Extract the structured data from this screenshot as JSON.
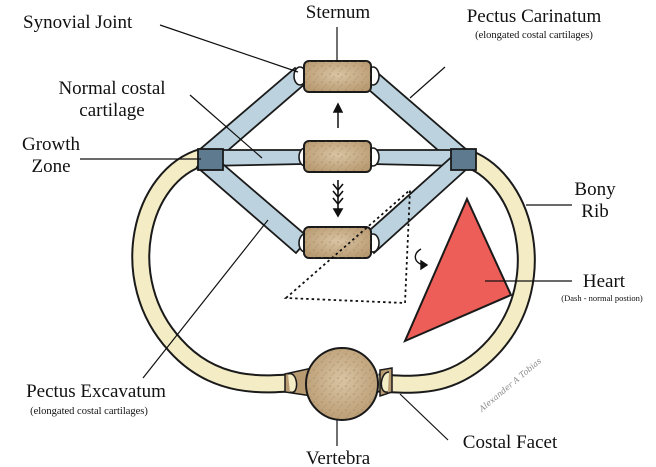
{
  "labels": {
    "synovial_joint": "Synovial Joint",
    "sternum": "Sternum",
    "pectus_carinatum": "Pectus Carinatum",
    "pectus_carinatum_note": "(elongated costal cartilages)",
    "normal_costal_line1": "Normal costal",
    "normal_costal_line2": "cartilage",
    "growth_line1": "Growth",
    "growth_line2": "Zone",
    "bony_line1": "Bony",
    "bony_line2": "Rib",
    "heart": "Heart",
    "heart_note": "(Dash - normal postion)",
    "pectus_excavatum": "Pectus Excavatum",
    "pectus_excavatum_note": "(elongated costal cartilages)",
    "vertebra": "Vertebra",
    "costal_facet": "Costal Facet"
  },
  "signature": "Alexander A Tobias",
  "colors": {
    "rib_fill": "#f3ecc4",
    "cartilage_fill": "#bcd3df",
    "growth_zone_fill": "#5e7a8f",
    "bone_fill": "#cdb592",
    "heart_fill": "#ec5e57",
    "outline": "#1a1a1a"
  },
  "icons": {
    "up_arrow": "arrow-up-icon",
    "down_chevrons": "triple-chevron-down-icon",
    "curved_arrow": "curved-arrow-icon"
  }
}
